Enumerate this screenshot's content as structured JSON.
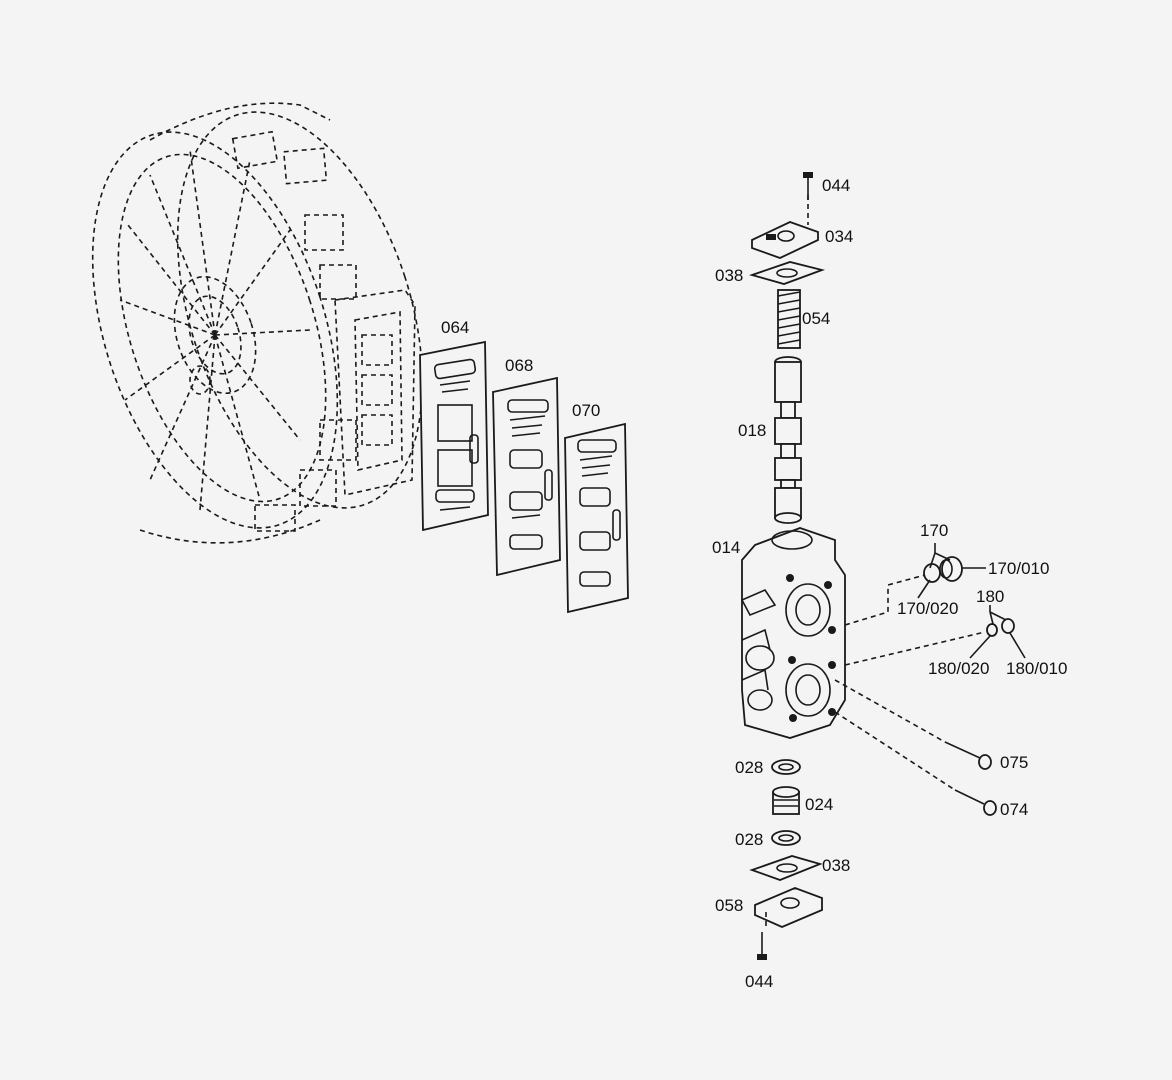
{
  "diagram": {
    "labels": {
      "p064": "064",
      "p068": "068",
      "p070": "070",
      "p044_top": "044",
      "p034": "034",
      "p038_top": "038",
      "p054": "054",
      "p018": "018",
      "p014": "014",
      "p170": "170",
      "p170_010": "170/010",
      "p170_020": "170/020",
      "p180": "180",
      "p180_020": "180/020",
      "p180_010": "180/010",
      "p075": "075",
      "p074": "074",
      "p028_top": "028",
      "p024": "024",
      "p028_bottom": "028",
      "p038_bottom": "038",
      "p058": "058",
      "p044_bottom": "044"
    }
  }
}
